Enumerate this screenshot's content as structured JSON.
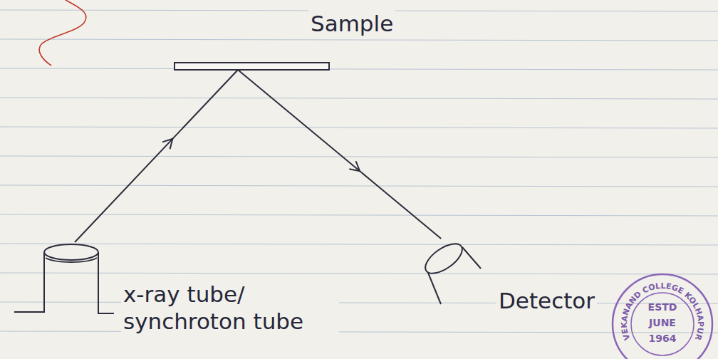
{
  "diagram": {
    "nodes": [
      {
        "text": [
          "Sample"
        ]
      },
      {
        "text": [
          "x-ray tube/ synchroton tube"
        ]
      },
      {
        "text": [
          "Detector"
        ]
      }
    ],
    "edges": [
      {
        "from": 1,
        "to": 0,
        "arrow": "to"
      },
      {
        "from": 0,
        "to": 2,
        "arrow": "to"
      }
    ],
    "labels": [
      "VEKANAND COLLEGE KOLHAPUR",
      "ESTD",
      "JUNE",
      "1964"
    ]
  }
}
